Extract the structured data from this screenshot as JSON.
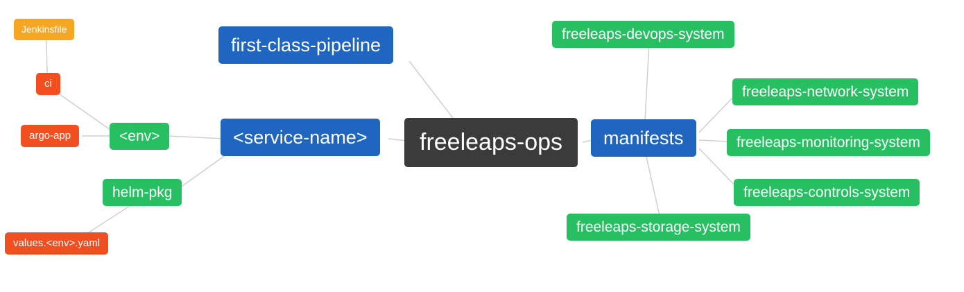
{
  "diagram": {
    "type": "mindmap",
    "root_label": "freeleaps-ops",
    "background_color": "#ffffff",
    "link_color": "#cfcfcf",
    "palette": {
      "root_bg": "#3b3b3b",
      "level1_bg": "#2065c0",
      "level2_bg": "#27bf62",
      "level3_bg": "#f24f21",
      "level4_bg": "#f5a623",
      "text_color": "#ffffff"
    },
    "nodes": [
      {
        "id": "freeleaps-ops",
        "label": "freeleaps-ops",
        "level": 0,
        "parent": null
      },
      {
        "id": "first-class-pipeline",
        "label": "first-class-pipeline",
        "level": 1,
        "parent": "freeleaps-ops"
      },
      {
        "id": "service-name",
        "label": "<service-name>",
        "level": 1,
        "parent": "freeleaps-ops"
      },
      {
        "id": "manifests",
        "label": "manifests",
        "level": 1,
        "parent": "freeleaps-ops"
      },
      {
        "id": "env",
        "label": "<env>",
        "level": 2,
        "parent": "service-name"
      },
      {
        "id": "helm-pkg",
        "label": "helm-pkg",
        "level": 2,
        "parent": "service-name"
      },
      {
        "id": "ci",
        "label": "ci",
        "level": 3,
        "parent": "env"
      },
      {
        "id": "argo-app",
        "label": "argo-app",
        "level": 3,
        "parent": "env"
      },
      {
        "id": "jenkinsfile",
        "label": "Jenkinsfile",
        "level": 4,
        "parent": "ci"
      },
      {
        "id": "values-env-yaml",
        "label": "values.<env>.yaml",
        "level": 3,
        "parent": "helm-pkg"
      },
      {
        "id": "freeleaps-devops-system",
        "label": "freeleaps-devops-system",
        "level": 2,
        "parent": "manifests"
      },
      {
        "id": "freeleaps-network-system",
        "label": "freeleaps-network-system",
        "level": 2,
        "parent": "manifests"
      },
      {
        "id": "freeleaps-monitoring-system",
        "label": "freeleaps-monitoring-system",
        "level": 2,
        "parent": "manifests"
      },
      {
        "id": "freeleaps-controls-system",
        "label": "freeleaps-controls-system",
        "level": 2,
        "parent": "manifests"
      },
      {
        "id": "freeleaps-storage-system",
        "label": "freeleaps-storage-system",
        "level": 2,
        "parent": "manifests"
      }
    ],
    "edges": [
      {
        "from": "ci",
        "to": "jenkinsfile"
      },
      {
        "from": "env",
        "to": "ci"
      },
      {
        "from": "env",
        "to": "argo-app"
      },
      {
        "from": "service-name",
        "to": "env"
      },
      {
        "from": "service-name",
        "to": "helm-pkg"
      },
      {
        "from": "helm-pkg",
        "to": "values-env-yaml"
      },
      {
        "from": "freeleaps-ops",
        "to": "first-class-pipeline"
      },
      {
        "from": "freeleaps-ops",
        "to": "service-name"
      },
      {
        "from": "freeleaps-ops",
        "to": "manifests"
      },
      {
        "from": "manifests",
        "to": "freeleaps-devops-system"
      },
      {
        "from": "manifests",
        "to": "freeleaps-network-system"
      },
      {
        "from": "manifests",
        "to": "freeleaps-monitoring-system"
      },
      {
        "from": "manifests",
        "to": "freeleaps-controls-system"
      },
      {
        "from": "manifests",
        "to": "freeleaps-storage-system"
      }
    ]
  }
}
